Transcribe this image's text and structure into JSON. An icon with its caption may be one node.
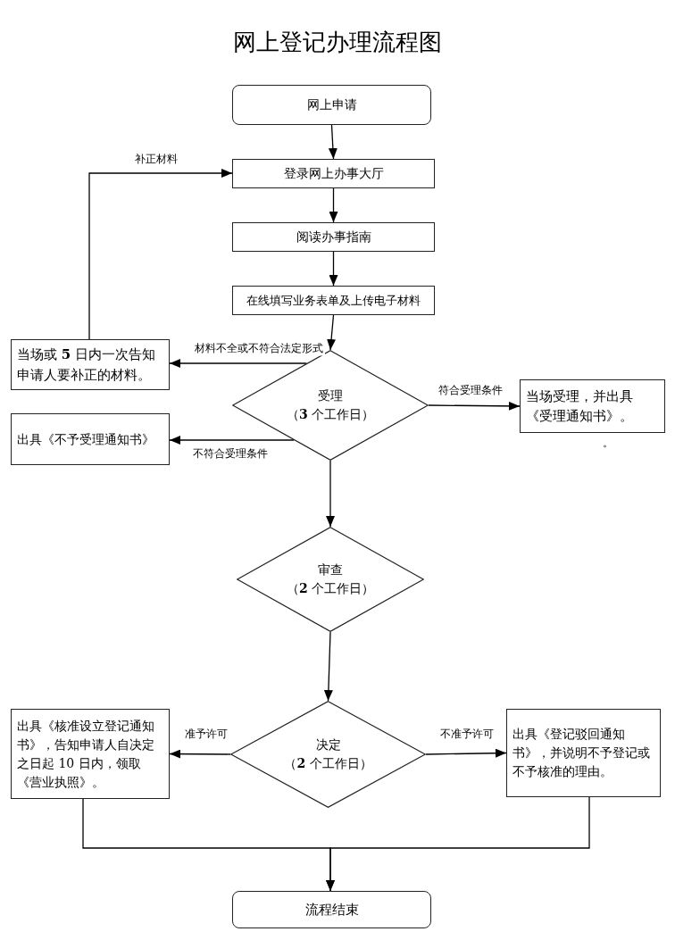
{
  "diagram": {
    "title": "网上登记办理流程图",
    "nodes": [
      {
        "text": [
          "网上申请"
        ]
      },
      {
        "text": [
          "登录网上办事大厅"
        ]
      },
      {
        "text": [
          "阅读办事指南"
        ]
      },
      {
        "text": [
          "在线填写业务表单及上传电子材料"
        ]
      },
      {
        "text": [
          "受理",
          "（**3** 个工作日）"
        ]
      },
      {
        "text": [
          "当场或 **5** 日内一次告知申请人要补正的材料。"
        ]
      },
      {
        "text": [
          "当场受理，并出具《受理通知书》。"
        ],
        "beside": [
          "。"
        ]
      },
      {
        "text": [
          "出具《不予受理通知书》"
        ]
      },
      {
        "text": [
          "审查",
          "（**2** 个工作日）"
        ]
      },
      {
        "text": [
          "决定",
          "（**2** 个工作日）"
        ]
      },
      {
        "text": [
          "出具《核准设立登记通知书》，告知申请人自决定之日起 10 日内，领取《营业执照》。"
        ]
      },
      {
        "text": [
          "出具《登记驳回通知书》，并说明不予登记或不予核准的理由。"
        ]
      },
      {
        "text": [
          "流程结束"
        ]
      }
    ],
    "edges": [
      {
        "from": 0,
        "to": 1,
        "arrow": "to"
      },
      {
        "from": 1,
        "to": 2,
        "arrow": "to"
      },
      {
        "from": 2,
        "to": 3,
        "arrow": "to"
      },
      {
        "from": 3,
        "to": 4,
        "arrow": "to"
      },
      {
        "from": 4,
        "to": 5,
        "arrow": "to",
        "label": "材料不全或不符合法定形式"
      },
      {
        "from": 5,
        "to": 1,
        "arrow": "to",
        "label": "补正材料"
      },
      {
        "from": 4,
        "to": 6,
        "arrow": "to",
        "label": "符合受理条件"
      },
      {
        "from": 4,
        "to": 7,
        "arrow": "to",
        "label": "不符合受理条件"
      },
      {
        "from": 4,
        "to": 8,
        "arrow": "to"
      },
      {
        "from": 8,
        "to": 9,
        "arrow": "to"
      },
      {
        "from": 9,
        "to": 10,
        "arrow": "to",
        "label": "准予许可"
      },
      {
        "from": 9,
        "to": 11,
        "arrow": "to",
        "label": "不准予许可"
      },
      {
        "from": 10,
        "to": 12,
        "arrow": "to"
      },
      {
        "from": 11,
        "to": 12,
        "arrow": "to"
      }
    ]
  }
}
